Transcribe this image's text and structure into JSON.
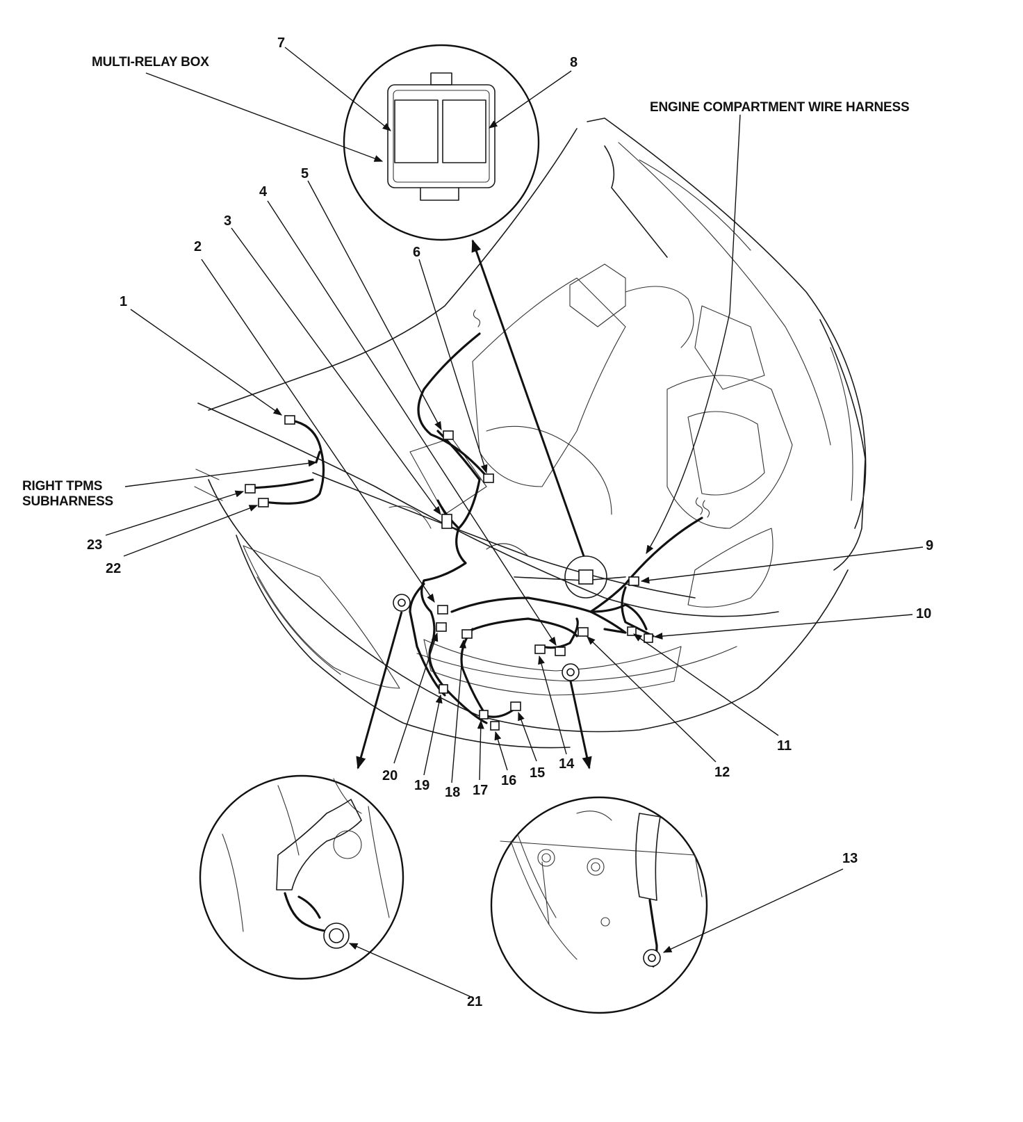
{
  "callouts": {
    "multi_relay_box": "MULTI-RELAY BOX",
    "engine_compartment_wire_harness": "ENGINE COMPARTMENT WIRE HARNESS",
    "right_tpms_line1": "RIGHT TPMS",
    "right_tpms_line2": "SUBHARNESS"
  },
  "numbers": {
    "n1": "1",
    "n2": "2",
    "n3": "3",
    "n4": "4",
    "n5": "5",
    "n6": "6",
    "n7": "7",
    "n8": "8",
    "n9": "9",
    "n10": "10",
    "n11": "11",
    "n12": "12",
    "n13": "13",
    "n14": "14",
    "n15": "15",
    "n16": "16",
    "n17": "17",
    "n18": "18",
    "n19": "19",
    "n20": "20",
    "n21": "21",
    "n22": "22",
    "n23": "23"
  }
}
